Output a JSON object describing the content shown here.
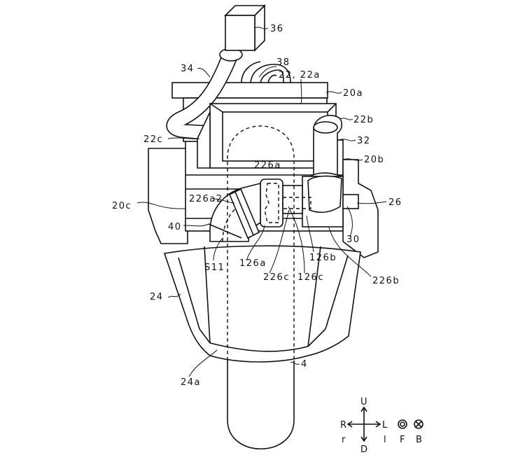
{
  "figure": {
    "labels": {
      "l36": "36",
      "l38": "38",
      "l34": "34",
      "l22": "22, 22a",
      "l20a": "20a",
      "l22b": "22b",
      "l32": "32",
      "l22c": "22c",
      "l20b": "20b",
      "l226a": "226a",
      "l20c": "20c",
      "l226a2": "226a2",
      "l26": "26",
      "l40": "40",
      "l30": "30",
      "lS11": "S11",
      "l126a": "126a",
      "l126b": "126b",
      "l226c": "226c",
      "l126c": "126c",
      "l226b": "226b",
      "l24": "24",
      "l24a": "24a",
      "l4": "4"
    },
    "compass": {
      "up": "U",
      "down": "D",
      "right": "R",
      "left": "L",
      "right_lower": "r",
      "left_lower": "l",
      "front": "F",
      "back": "B"
    }
  }
}
